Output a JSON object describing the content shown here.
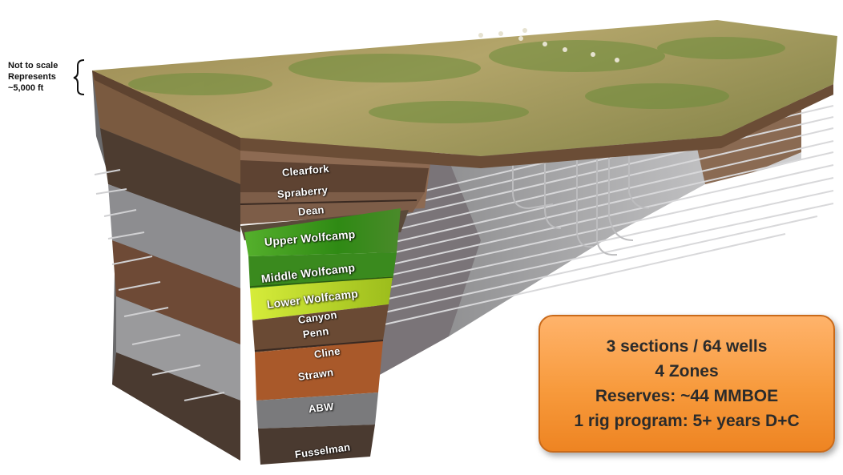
{
  "scale_note": {
    "line1": "Not to scale",
    "line2": "Represents",
    "line3": "~5,000 ft"
  },
  "zones": [
    "Clearfork",
    "Spraberry",
    "Dean",
    "Upper Wolfcamp",
    "Middle Wolfcamp",
    "Lower Wolfcamp",
    "Canyon",
    "Penn",
    "Cline",
    "Strawn",
    "ABW",
    "Fusselman"
  ],
  "summary": {
    "line1": "3 sections / 64 wells",
    "line2": "4 Zones",
    "line3": "Reserves: ~44 MMBOE",
    "line4": "1 rig program: 5+ years D+C"
  },
  "colors": {
    "summary_box": "#f79a3c",
    "upper_wolfcamp": "#3f9a1c",
    "lower_wolfcamp": "#b8d62a",
    "surface": "#a59a5a"
  }
}
